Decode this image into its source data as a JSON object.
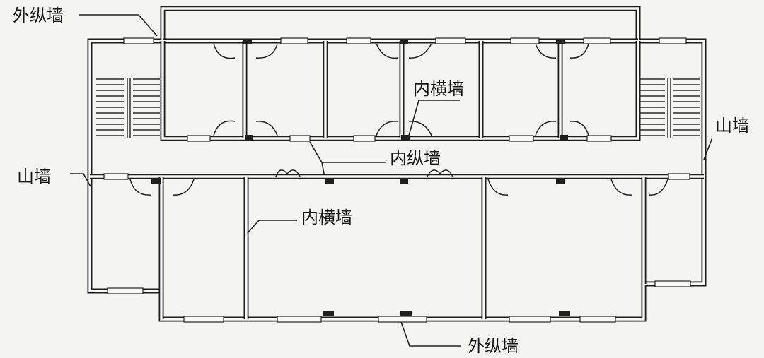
{
  "labels": {
    "outer_longitudinal_wall_top": "外纵墙",
    "outer_longitudinal_wall_bottom": "外纵墙",
    "inner_longitudinal_wall": "内纵墙",
    "inner_transverse_wall_top": "内横墙",
    "inner_transverse_wall_bottom": "内横墙",
    "gable_wall_left": "山墙",
    "gable_wall_right": "山墙"
  }
}
